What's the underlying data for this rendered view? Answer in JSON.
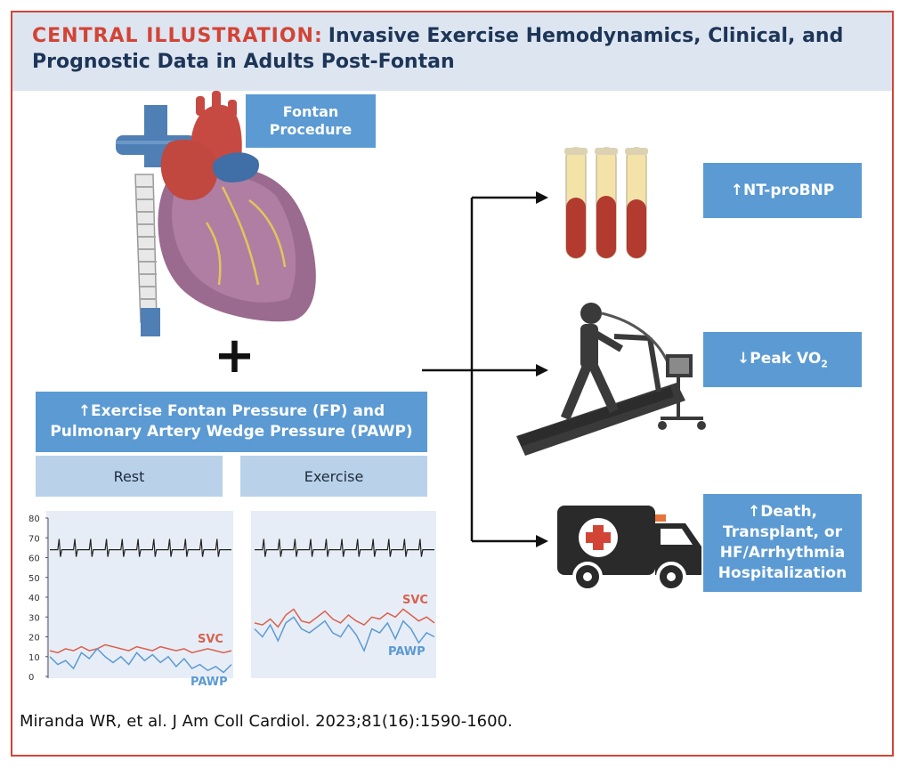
{
  "header": {
    "title_lead": "CENTRAL ILLUSTRATION:",
    "title_rest": "Invasive Exercise Hemodynamics, Clinical, and Prognostic Data in Adults Post-Fontan"
  },
  "fontan_box": {
    "line1": "Fontan",
    "line2": "Procedure"
  },
  "plus_sign": "+",
  "fp_box": {
    "line1": "↑Exercise Fontan Pressure (FP) and",
    "line2": "Pulmonary Artery Wedge Pressure (PAWP)"
  },
  "rest_label": "Rest",
  "exercise_label": "Exercise",
  "outcomes": {
    "ntprobnp": "↑NT-proBNP",
    "peak_vo2_prefix": "↓Peak VO",
    "peak_vo2_sub": "2",
    "death_line1": "↑Death,",
    "death_line2": "Transplant, or",
    "death_line3": "HF/Arrhythmia",
    "death_line4": "Hospitalization"
  },
  "citation": "Miranda WR, et al. J Am Coll Cardiol. 2023;81(16):1590-1600.",
  "colors": {
    "frame": "#d24436",
    "box_blue": "#5b9ad3",
    "label_blue": "#b9d2ea",
    "svc_line": "#d9614e",
    "pawp_line": "#5b9ad3",
    "ecg_line": "#222222"
  },
  "chart_data": [
    {
      "type": "line",
      "panel": "rest",
      "y_ticks": [
        "80",
        "70",
        "60",
        "50",
        "40",
        "30",
        "20",
        "10",
        "0"
      ],
      "ylim": [
        0,
        80
      ],
      "series": [
        {
          "name": "SVC",
          "values": [
            13,
            12,
            14,
            13,
            15,
            13,
            14,
            16,
            15,
            14,
            13,
            15,
            14,
            13,
            15,
            14,
            13,
            14,
            12,
            13,
            14,
            13,
            12,
            13
          ]
        },
        {
          "name": "PAWP",
          "values": [
            10,
            6,
            8,
            4,
            12,
            9,
            14,
            10,
            7,
            10,
            6,
            12,
            8,
            11,
            7,
            10,
            5,
            9,
            4,
            6,
            3,
            5,
            2,
            6
          ]
        },
        {
          "name": "ECG",
          "values": [
            64,
            64,
            64,
            64,
            64,
            64,
            64,
            64,
            64,
            64,
            64,
            64,
            64,
            64,
            64,
            64,
            64,
            64,
            64,
            64,
            64,
            64,
            64,
            64
          ]
        }
      ]
    },
    {
      "type": "line",
      "panel": "exercise",
      "ylim": [
        0,
        80
      ],
      "series": [
        {
          "name": "SVC",
          "values": [
            27,
            26,
            29,
            25,
            31,
            34,
            28,
            27,
            30,
            33,
            29,
            27,
            31,
            28,
            26,
            30,
            29,
            32,
            30,
            34,
            31,
            28,
            30,
            27
          ]
        },
        {
          "name": "PAWP",
          "values": [
            24,
            20,
            26,
            18,
            27,
            30,
            24,
            22,
            25,
            28,
            22,
            20,
            26,
            21,
            13,
            24,
            22,
            27,
            19,
            28,
            24,
            17,
            22,
            20
          ]
        },
        {
          "name": "ECG",
          "values": [
            64,
            64,
            64,
            64,
            64,
            64,
            64,
            64,
            64,
            64,
            64,
            64,
            64,
            64,
            64,
            64,
            64,
            64,
            64,
            64,
            64,
            64,
            64,
            64
          ]
        }
      ]
    }
  ]
}
